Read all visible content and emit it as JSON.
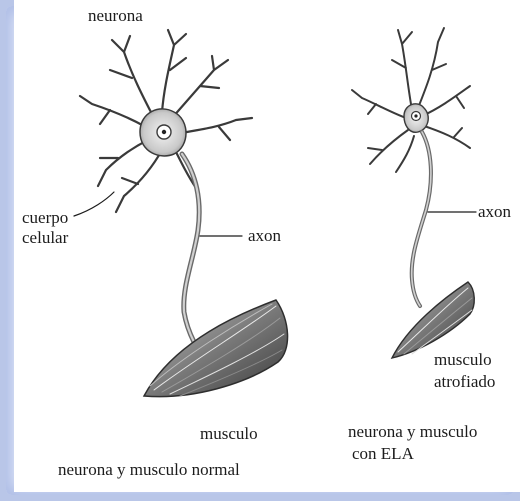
{
  "labels": {
    "neurona": "neurona",
    "cuerpo": "cuerpo",
    "celular": "celular",
    "axon_left": "axon",
    "musculo_left": "musculo",
    "caption_left": "neurona y musculo normal",
    "axon_right": "axon",
    "musculo_right": "musculo",
    "atrofiado": "atrofiado",
    "caption_right_1": "neurona y musculo",
    "caption_right_2": "con ELA"
  },
  "colors": {
    "background": "#b9c6e8",
    "sheet": "#ffffff",
    "ink": "#1c1c1c"
  }
}
